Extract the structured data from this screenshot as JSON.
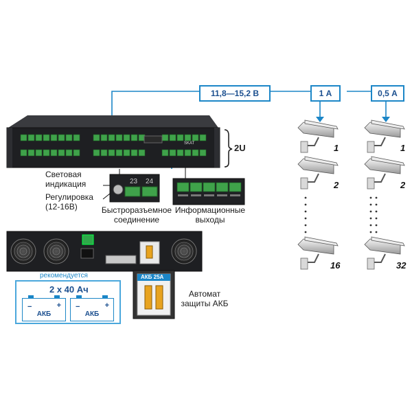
{
  "voltage_box": "11,8—15,2 В",
  "current_1": "1 А",
  "current_2": "0,5 А",
  "rack_size": "2U",
  "labels": {
    "light_indication": "Световая\nиндикация",
    "regulation": "Регулировка\n(12-16В)",
    "quick_connect": "Быстроразъемное\nсоединение",
    "info_outputs": "Информационные\nвыходы",
    "breaker": "Автомат\nзащиты АКБ"
  },
  "connector_numbers": [
    "23",
    "24"
  ],
  "front_panel_brand": "SKAT",
  "recommended": "рекомендуется",
  "battery_capacity": "2 x 40 Ач",
  "battery_name": "АКБ",
  "battery_minus": "−",
  "battery_plus": "+",
  "breaker_rating": "АКБ 25А",
  "camera_numbers_left": [
    "1",
    "2",
    "16"
  ],
  "camera_numbers_right": [
    "1",
    "2",
    "32"
  ],
  "colors": {
    "accent": "#1b86c7",
    "panel": "#1e1f22",
    "terminal": "#3fa24a"
  }
}
